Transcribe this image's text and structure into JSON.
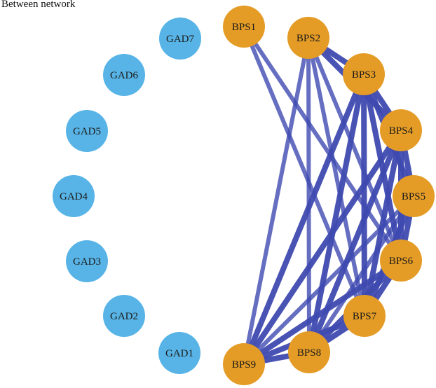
{
  "title": "Between network",
  "colors": {
    "gad_node": "#58b4e6",
    "bps_node": "#e49c26",
    "edge": "#3f4ab0"
  },
  "nodes": [
    {
      "id": "GAD7",
      "label": "GAD7",
      "group": "GAD"
    },
    {
      "id": "GAD6",
      "label": "GAD6",
      "group": "GAD"
    },
    {
      "id": "GAD5",
      "label": "GAD5",
      "group": "GAD"
    },
    {
      "id": "GAD4",
      "label": "GAD4",
      "group": "GAD"
    },
    {
      "id": "GAD3",
      "label": "GAD3",
      "group": "GAD"
    },
    {
      "id": "GAD2",
      "label": "GAD2",
      "group": "GAD"
    },
    {
      "id": "GAD1",
      "label": "GAD1",
      "group": "GAD"
    },
    {
      "id": "BPS1",
      "label": "BPS1",
      "group": "BPS"
    },
    {
      "id": "BPS2",
      "label": "BPS2",
      "group": "BPS"
    },
    {
      "id": "BPS3",
      "label": "BPS3",
      "group": "BPS"
    },
    {
      "id": "BPS4",
      "label": "BPS4",
      "group": "BPS"
    },
    {
      "id": "BPS5",
      "label": "BPS5",
      "group": "BPS"
    },
    {
      "id": "BPS6",
      "label": "BPS6",
      "group": "BPS"
    },
    {
      "id": "BPS7",
      "label": "BPS7",
      "group": "BPS"
    },
    {
      "id": "BPS8",
      "label": "BPS8",
      "group": "BPS"
    },
    {
      "id": "BPS9",
      "label": "BPS9",
      "group": "BPS"
    }
  ],
  "edges": [
    {
      "source": "BPS1",
      "target": "BPS6",
      "strength": "medium"
    },
    {
      "source": "BPS1",
      "target": "BPS7",
      "strength": "medium"
    },
    {
      "source": "BPS2",
      "target": "BPS3",
      "strength": "strong"
    },
    {
      "source": "BPS2",
      "target": "BPS4",
      "strength": "strong"
    },
    {
      "source": "BPS2",
      "target": "BPS6",
      "strength": "medium"
    },
    {
      "source": "BPS2",
      "target": "BPS7",
      "strength": "medium"
    },
    {
      "source": "BPS2",
      "target": "BPS8",
      "strength": "medium"
    },
    {
      "source": "BPS2",
      "target": "BPS9",
      "strength": "medium"
    },
    {
      "source": "BPS3",
      "target": "BPS4",
      "strength": "strong"
    },
    {
      "source": "BPS3",
      "target": "BPS5",
      "strength": "strong"
    },
    {
      "source": "BPS3",
      "target": "BPS6",
      "strength": "strong"
    },
    {
      "source": "BPS3",
      "target": "BPS7",
      "strength": "strong"
    },
    {
      "source": "BPS3",
      "target": "BPS8",
      "strength": "strong"
    },
    {
      "source": "BPS3",
      "target": "BPS9",
      "strength": "strong"
    },
    {
      "source": "BPS4",
      "target": "BPS5",
      "strength": "strong"
    },
    {
      "source": "BPS4",
      "target": "BPS6",
      "strength": "strong"
    },
    {
      "source": "BPS4",
      "target": "BPS7",
      "strength": "strong"
    },
    {
      "source": "BPS4",
      "target": "BPS8",
      "strength": "strong"
    },
    {
      "source": "BPS4",
      "target": "BPS9",
      "strength": "strong"
    },
    {
      "source": "BPS5",
      "target": "BPS6",
      "strength": "strong"
    },
    {
      "source": "BPS5",
      "target": "BPS7",
      "strength": "strong"
    },
    {
      "source": "BPS5",
      "target": "BPS8",
      "strength": "medium"
    },
    {
      "source": "BPS5",
      "target": "BPS9",
      "strength": "medium"
    },
    {
      "source": "BPS6",
      "target": "BPS7",
      "strength": "strong"
    },
    {
      "source": "BPS6",
      "target": "BPS8",
      "strength": "strong"
    },
    {
      "source": "BPS6",
      "target": "BPS9",
      "strength": "strong"
    },
    {
      "source": "BPS7",
      "target": "BPS8",
      "strength": "strong"
    },
    {
      "source": "BPS7",
      "target": "BPS9",
      "strength": "strong"
    },
    {
      "source": "BPS8",
      "target": "BPS9",
      "strength": "strong"
    }
  ]
}
